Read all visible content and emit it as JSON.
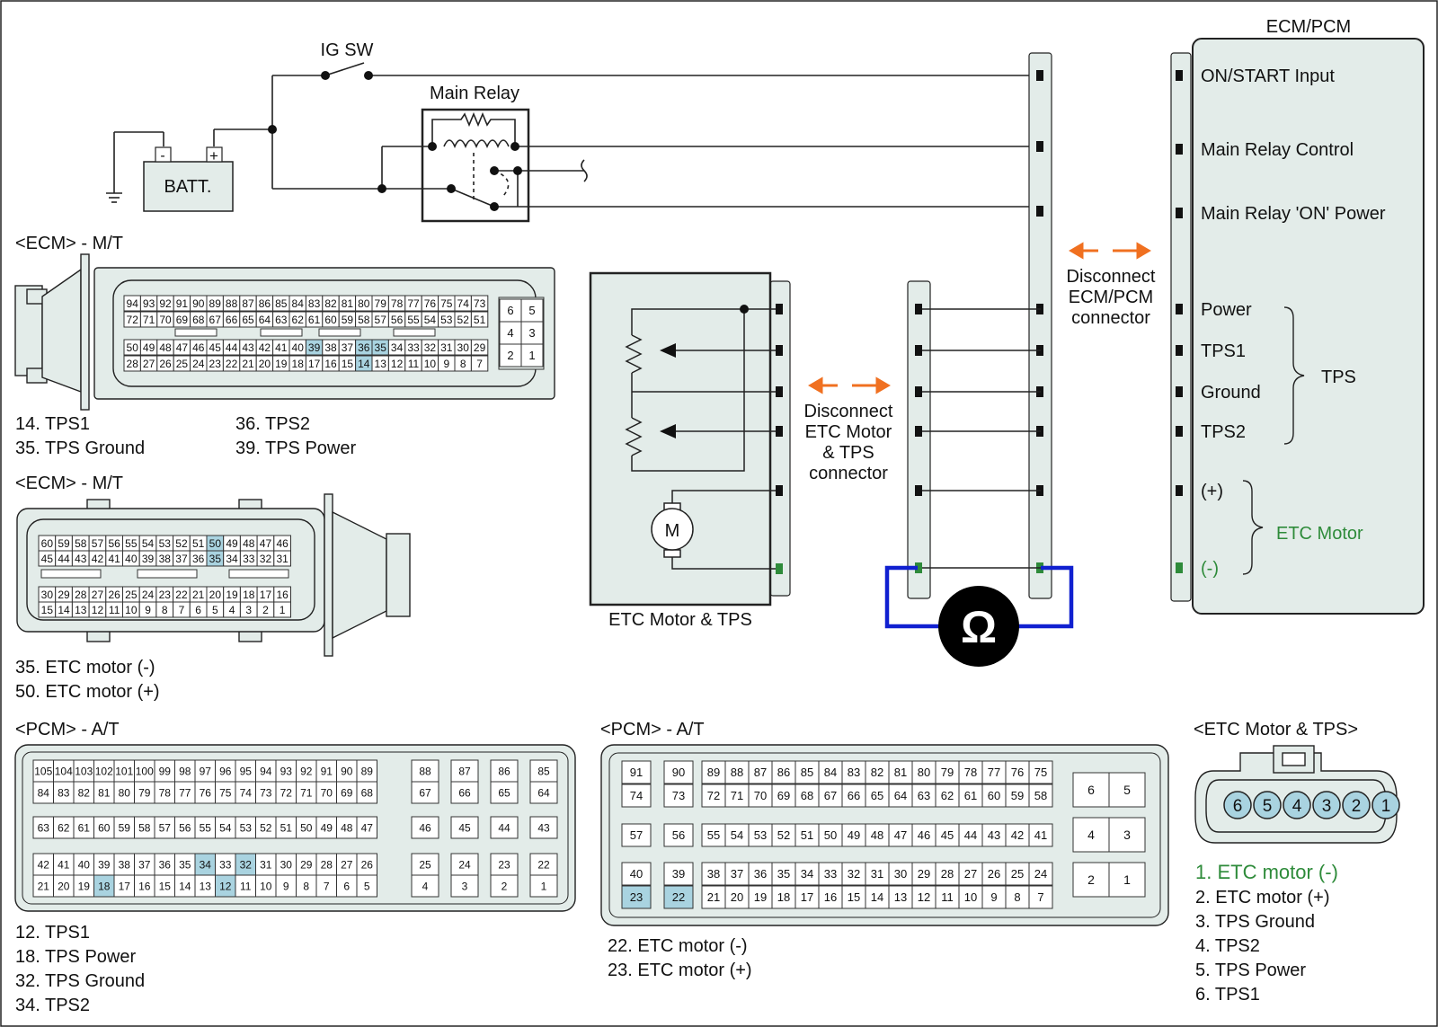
{
  "colors": {
    "highlight": "#a9d3e0",
    "panel": "#e3ece9",
    "green": "#2e8b3a",
    "orange": "#f07020",
    "blue": "#1020d0",
    "line": "#222222"
  },
  "circuit": {
    "ig_sw": "IG SW",
    "main_relay": "Main Relay",
    "battery": "BATT.",
    "batt_minus": "-",
    "batt_plus": "+",
    "ecm_title": "ECM/PCM",
    "ecm_pins": [
      {
        "label": "ON/START Input"
      },
      {
        "label": "Main Relay Control"
      },
      {
        "label": "Main Relay 'ON' Power"
      },
      {
        "label": "Power"
      },
      {
        "label": "TPS1"
      },
      {
        "label": "Ground"
      },
      {
        "label": "TPS2"
      },
      {
        "label": "(+)"
      },
      {
        "label": "(-)"
      }
    ],
    "tps_group": "TPS",
    "etc_group": "ETC Motor",
    "disconnect_ecm": [
      "Disconnect",
      "ECM/PCM",
      "connector"
    ],
    "disconnect_etc": [
      "Disconnect",
      "ETC Motor",
      "& TPS",
      "connector"
    ],
    "etc_box_label": "ETC Motor & TPS",
    "motor_symbol": "M",
    "ohm_symbol": "Ω"
  },
  "ecm_mt_1": {
    "title": "<ECM> - M/T",
    "row1": [
      "94",
      "93",
      "92",
      "91",
      "90",
      "89",
      "88",
      "87",
      "86",
      "85",
      "84",
      "83",
      "82",
      "81",
      "80",
      "79",
      "78",
      "77",
      "76",
      "75",
      "74",
      "73"
    ],
    "row2": [
      "72",
      "71",
      "70",
      "69",
      "68",
      "67",
      "66",
      "65",
      "64",
      "63",
      "62",
      "61",
      "60",
      "59",
      "58",
      "57",
      "56",
      "55",
      "54",
      "53",
      "52",
      "51"
    ],
    "row3": [
      "50",
      "49",
      "48",
      "47",
      "46",
      "45",
      "44",
      "43",
      "42",
      "41",
      "40",
      "39",
      "38",
      "37",
      "36",
      "35",
      "34",
      "33",
      "32",
      "31",
      "30",
      "29"
    ],
    "row4": [
      "28",
      "27",
      "26",
      "25",
      "24",
      "23",
      "22",
      "21",
      "20",
      "19",
      "18",
      "17",
      "16",
      "15",
      "14",
      "13",
      "12",
      "11",
      "10",
      "9",
      "8",
      "7"
    ],
    "small": [
      "6",
      "5",
      "4",
      "3",
      "2",
      "1"
    ],
    "highlight": [
      "39",
      "36",
      "35",
      "14"
    ],
    "notes": [
      "14. TPS1",
      "35. TPS Ground",
      "36. TPS2",
      "39. TPS Power"
    ]
  },
  "ecm_mt_2": {
    "title": "<ECM> - M/T",
    "row1": [
      "60",
      "59",
      "58",
      "57",
      "56",
      "55",
      "54",
      "53",
      "52",
      "51",
      "50",
      "49",
      "48",
      "47",
      "46"
    ],
    "row2": [
      "45",
      "44",
      "43",
      "42",
      "41",
      "40",
      "39",
      "38",
      "37",
      "36",
      "35",
      "34",
      "33",
      "32",
      "31"
    ],
    "row3": [
      "30",
      "29",
      "28",
      "27",
      "26",
      "25",
      "24",
      "23",
      "22",
      "21",
      "20",
      "19",
      "18",
      "17",
      "16"
    ],
    "row4": [
      "15",
      "14",
      "13",
      "12",
      "11",
      "10",
      "9",
      "8",
      "7",
      "6",
      "5",
      "4",
      "3",
      "2",
      "1"
    ],
    "highlight": [
      "50",
      "35"
    ],
    "notes": [
      "35. ETC motor (-)",
      "50. ETC motor (+)"
    ]
  },
  "pcm_at_1": {
    "title": "<PCM> - A/T",
    "rowA1": [
      "105",
      "104",
      "103",
      "102",
      "101",
      "100",
      "99",
      "98",
      "97",
      "96",
      "95",
      "94",
      "93",
      "92",
      "91",
      "90",
      "89"
    ],
    "rowA2": [
      "84",
      "83",
      "82",
      "81",
      "80",
      "79",
      "78",
      "77",
      "76",
      "75",
      "74",
      "73",
      "72",
      "71",
      "70",
      "69",
      "68"
    ],
    "rowB": [
      "63",
      "62",
      "61",
      "60",
      "59",
      "58",
      "57",
      "56",
      "55",
      "54",
      "53",
      "52",
      "51",
      "50",
      "49",
      "48",
      "47"
    ],
    "rowC1": [
      "42",
      "41",
      "40",
      "39",
      "38",
      "37",
      "36",
      "35",
      "34",
      "33",
      "32",
      "31",
      "30",
      "29",
      "28",
      "27",
      "26"
    ],
    "rowC2": [
      "21",
      "20",
      "19",
      "18",
      "17",
      "16",
      "15",
      "14",
      "13",
      "12",
      "11",
      "10",
      "9",
      "8",
      "7",
      "6",
      "5"
    ],
    "sideA1": [
      "88",
      "87",
      "86",
      "85"
    ],
    "sideA2": [
      "67",
      "66",
      "65",
      "64"
    ],
    "sideB": [
      "46",
      "45",
      "44",
      "43"
    ],
    "sideC1": [
      "25",
      "24",
      "23",
      "22"
    ],
    "sideC2": [
      "4",
      "3",
      "2",
      "1"
    ],
    "highlight": [
      "34",
      "32",
      "18",
      "12"
    ],
    "notes": [
      "12. TPS1",
      "18. TPS Power",
      "32. TPS Ground",
      "34. TPS2"
    ]
  },
  "pcm_at_2": {
    "title": "<PCM> - A/T",
    "left1": [
      "91",
      "90"
    ],
    "left2": [
      "74",
      "73"
    ],
    "left3": [
      "57",
      "56"
    ],
    "left4": [
      "40",
      "39"
    ],
    "left5": [
      "23",
      "22"
    ],
    "row1": [
      "89",
      "88",
      "87",
      "86",
      "85",
      "84",
      "83",
      "82",
      "81",
      "80",
      "79",
      "78",
      "77",
      "76",
      "75"
    ],
    "row2": [
      "72",
      "71",
      "70",
      "69",
      "68",
      "67",
      "66",
      "65",
      "64",
      "63",
      "62",
      "61",
      "60",
      "59",
      "58"
    ],
    "row3": [
      "55",
      "54",
      "53",
      "52",
      "51",
      "50",
      "49",
      "48",
      "47",
      "46",
      "45",
      "44",
      "43",
      "42",
      "41"
    ],
    "row4": [
      "38",
      "37",
      "36",
      "35",
      "34",
      "33",
      "32",
      "31",
      "30",
      "29",
      "28",
      "27",
      "26",
      "25",
      "24"
    ],
    "row5": [
      "21",
      "20",
      "19",
      "18",
      "17",
      "16",
      "15",
      "14",
      "13",
      "12",
      "11",
      "10",
      "9",
      "8",
      "7"
    ],
    "right": [
      [
        "6",
        "5"
      ],
      [
        "4",
        "3"
      ],
      [
        "2",
        "1"
      ]
    ],
    "highlight": [
      "23",
      "22"
    ],
    "notes": [
      "22. ETC motor (-)",
      "23. ETC motor (+)"
    ]
  },
  "etc_conn": {
    "title": "<ETC Motor & TPS>",
    "pins": [
      "6",
      "5",
      "4",
      "3",
      "2",
      "1"
    ],
    "notes": [
      "1. ETC motor (-)",
      "2. ETC motor (+)",
      "3. TPS Ground",
      "4. TPS2",
      "5. TPS Power",
      "6. TPS1"
    ]
  }
}
